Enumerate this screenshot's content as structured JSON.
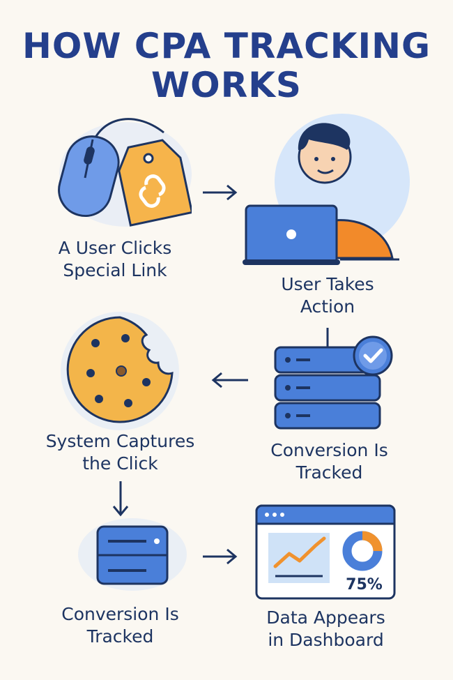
{
  "title": {
    "line1": "HOW CPA TRACKING",
    "line2": "WORKS"
  },
  "steps": [
    {
      "line1": "A User Clicks",
      "line2": "Special Link"
    },
    {
      "line1": "User Takes",
      "line2": "Action"
    },
    {
      "line1": "System Captures",
      "line2": "the Click"
    },
    {
      "line1": "Conversion Is",
      "line2": "Tracked"
    },
    {
      "line1": "Conversion Is",
      "line2": "Tracked"
    },
    {
      "line1": "Data Appears",
      "line2": "in Dashboard"
    }
  ],
  "dashboard": {
    "percent_label": "75%",
    "percent_value": 75
  },
  "colors": {
    "navy": "#1d3461",
    "blue": "#4a7fd9",
    "orange": "#f0922e",
    "cookie": "#f3b54a",
    "title": "#243f8c"
  },
  "icons": [
    "mouse-icon",
    "link-tag-icon",
    "person-laptop-icon",
    "cookie-icon",
    "server-check-icon",
    "server-icon",
    "dashboard-icon",
    "arrow-right-icon",
    "arrow-left-icon",
    "arrow-down-icon"
  ]
}
